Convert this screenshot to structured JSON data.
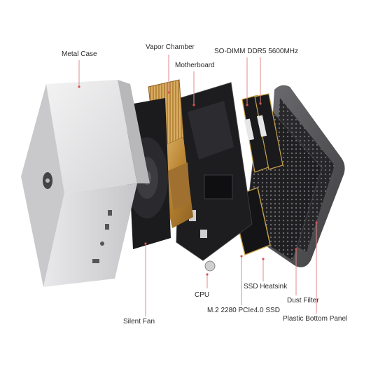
{
  "labels": {
    "metal_case": "Metal Case",
    "vapor_chamber": "Vapor Chamber",
    "motherboard": "Motherboard",
    "sodimm": "SO-DIMM DDR5 5600MHz",
    "cpu": "CPU",
    "ssd_heatsink": "SSD Heatsink",
    "dust_filter": "Dust Filter",
    "ssd": "M.2 2280 PCIe4.0 SSD",
    "silent_fan": "Silent Fan",
    "bottom_panel": "Plastic Bottom Panel"
  },
  "colors": {
    "metal": "#d9d9db",
    "copper": "#c89a52",
    "board": "#1d1d1f",
    "leader": "#e08a8a"
  }
}
